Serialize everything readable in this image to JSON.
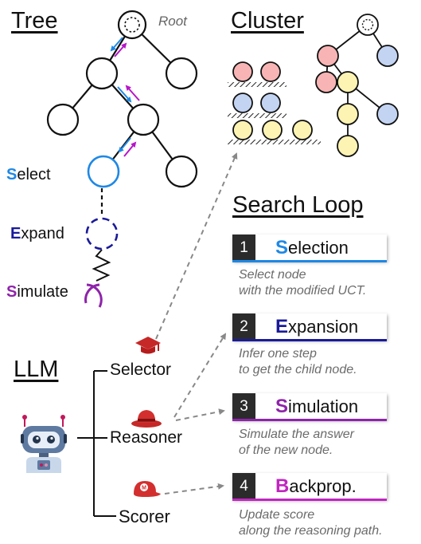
{
  "tree": {
    "title": "Tree",
    "root_label": "Root",
    "phases": [
      {
        "lead": "S",
        "rest": "elect",
        "color": "#1e88e5"
      },
      {
        "lead": "E",
        "rest": "xpand",
        "color": "#1a1a9a"
      },
      {
        "lead": "S",
        "rest": "imulate",
        "color": "#8e24aa"
      }
    ]
  },
  "cluster": {
    "title": "Cluster"
  },
  "search_loop": {
    "title": "Search Loop",
    "steps": [
      {
        "num": "1",
        "lead": "S",
        "rest": "election",
        "color": "#1e88e5",
        "desc1": "Select node",
        "desc2": "with the modified UCT."
      },
      {
        "num": "2",
        "lead": "E",
        "rest": "xpansion",
        "color": "#1a1a9a",
        "desc1": "Infer one step",
        "desc2": "to get the child node."
      },
      {
        "num": "3",
        "lead": "S",
        "rest": "imulation",
        "color": "#8e24aa",
        "desc1": "Simulate the answer",
        "desc2": "of the new node."
      },
      {
        "num": "4",
        "lead": "B",
        "rest": "ackprop.",
        "color": "#c026c0",
        "desc1": "Update score",
        "desc2": "along the reasoning path."
      }
    ]
  },
  "llm": {
    "title": "LLM",
    "roles": [
      {
        "name": "Selector",
        "icon": "graduation-cap-icon",
        "color": "#c62828"
      },
      {
        "name": "Reasoner",
        "icon": "fedora-hat-icon",
        "color": "#c62828"
      },
      {
        "name": "Scorer",
        "icon": "mario-cap-icon",
        "color": "#c62828"
      }
    ],
    "robot_icon": "robot-icon"
  }
}
